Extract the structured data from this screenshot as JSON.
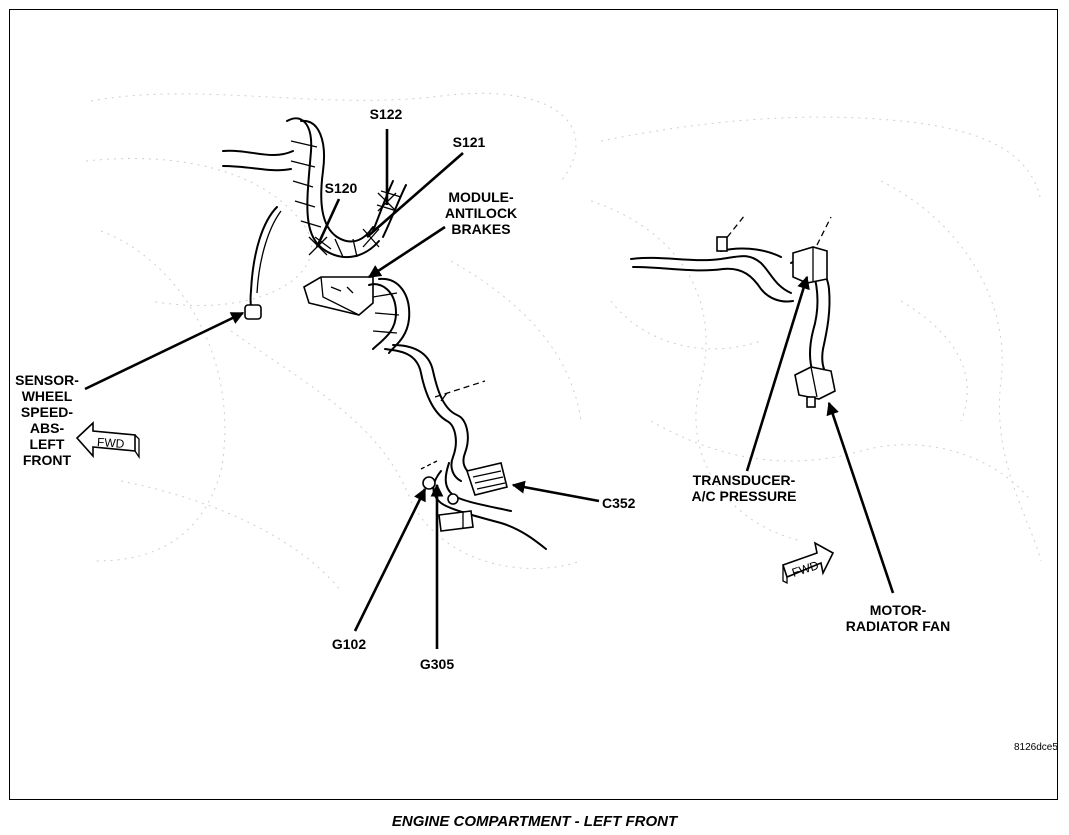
{
  "callouts": {
    "s122": "S122",
    "s121": "S121",
    "s120": "S120",
    "module_antilock": [
      "MODULE-",
      "ANTILOCK",
      "BRAKES"
    ],
    "sensor_wheel": [
      "SENSOR-",
      "WHEEL",
      "SPEED-",
      "ABS-",
      "LEFT",
      "FRONT"
    ],
    "c352": "C352",
    "g102": "G102",
    "g305": "G305",
    "transducer": [
      "TRANSDUCER-",
      "A/C PRESSURE"
    ],
    "motor_fan": [
      "MOTOR-",
      "RADIATOR FAN"
    ]
  },
  "fwd_arrows": [
    "FWD",
    "FWD"
  ],
  "figure_id": "8126dce5",
  "caption": "ENGINE COMPARTMENT - LEFT FRONT",
  "colors": {
    "ink": "#000000",
    "background": "#ffffff",
    "ghost_lines": "#cfcfcf"
  }
}
